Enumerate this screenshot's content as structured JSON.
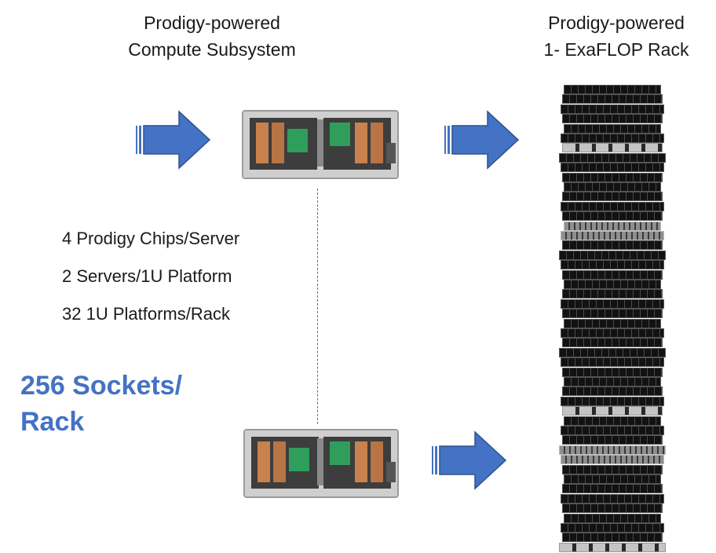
{
  "compute_title": [
    "Prodigy-powered",
    "Compute Subsystem"
  ],
  "rack_title": [
    "Prodigy-powered",
    "1- ExaFLOP Rack"
  ],
  "specs": [
    "4 Prodigy Chips/Server",
    "2 Servers/1U Platform",
    "32 1U Platforms/Rack"
  ],
  "headline": [
    "256 Sockets/",
    "Rack"
  ],
  "colors": {
    "arrow_fill": "#4472c4",
    "arrow_stroke": "#2f528f",
    "headline": "#4472c4",
    "board_green": "#2f9e5a",
    "heatsink_copper": "#c9814d"
  }
}
